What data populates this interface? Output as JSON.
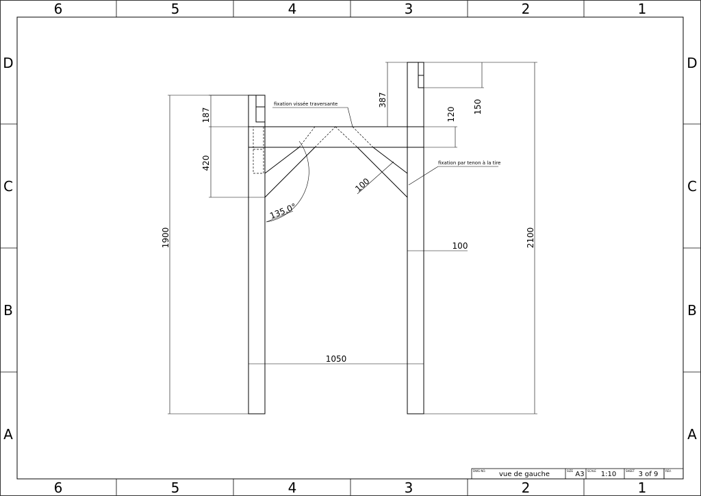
{
  "frame": {
    "columns": [
      "6",
      "5",
      "4",
      "3",
      "2",
      "1"
    ],
    "rows": [
      "D",
      "C",
      "B",
      "A"
    ]
  },
  "dimensions": {
    "d187": "187",
    "d420": "420",
    "d1900": "1900",
    "d387": "387",
    "d120": "120",
    "d150": "150",
    "d2100": "2100",
    "d100_brace": "100",
    "d100_post": "100",
    "d1050": "1050",
    "angle": "135,0°"
  },
  "notes": {
    "screwed": "fixation vissée traversante",
    "tenon": "fixation par tenon à la tire"
  },
  "title_block": {
    "dwg_no_label": "DWG NO.",
    "dwg_no": "vue de gauche",
    "size_label": "SIZE",
    "size": "A3",
    "scale_label": "SCALE",
    "scale": "1:10",
    "sheet_label": "SHEET",
    "sheet": "3 of 9",
    "rev_label": "REV."
  }
}
